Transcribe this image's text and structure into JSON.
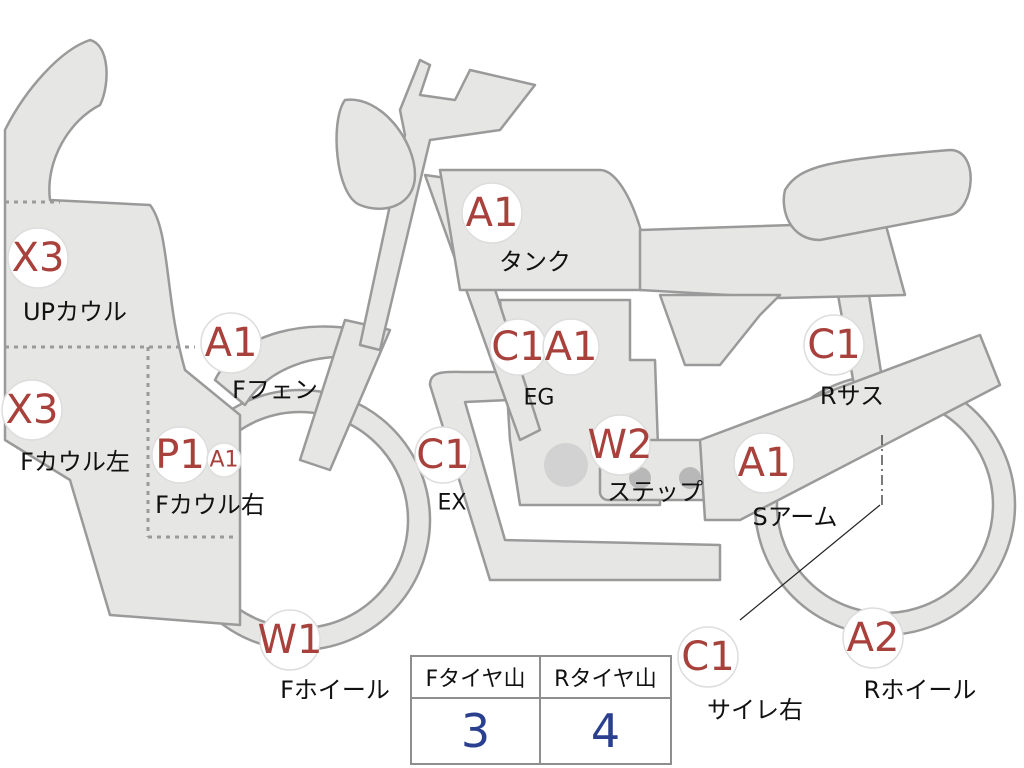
{
  "parts": [
    {
      "id": "tank",
      "grade": "A1",
      "label": "タンク"
    },
    {
      "id": "up-cowl",
      "grade": "X3",
      "label": "UPカウル"
    },
    {
      "id": "f-cowl-left",
      "grade": "X3",
      "label": "Fカウル左"
    },
    {
      "id": "f-cowl-right",
      "grades": [
        "P1",
        "A1"
      ],
      "label": "Fカウル右"
    },
    {
      "id": "f-fender",
      "grade": "A1",
      "label": "Fフェン"
    },
    {
      "id": "engine",
      "grades": [
        "C1",
        "A1"
      ],
      "label": "EG"
    },
    {
      "id": "exhaust",
      "grade": "C1",
      "label": "EX"
    },
    {
      "id": "step",
      "grade": "W2",
      "label": "ステップ"
    },
    {
      "id": "r-suspension",
      "grade": "C1",
      "label": "Rサス"
    },
    {
      "id": "swingarm",
      "grade": "A1",
      "label": "Sアーム"
    },
    {
      "id": "f-wheel",
      "grade": "W1",
      "label": "Fホイール"
    },
    {
      "id": "r-wheel",
      "grade": "A2",
      "label": "Rホイール"
    },
    {
      "id": "silencer-right",
      "grade": "C1",
      "label": "サイレ右"
    }
  ],
  "tire_table": {
    "headers": [
      "Fタイヤ山",
      "Rタイヤ山"
    ],
    "values": [
      "3",
      "4"
    ]
  },
  "colors": {
    "grade_text": "#a8403c",
    "table_values": "#2b3f8f",
    "part_fill": "#e6e6e4",
    "part_stroke": "#9a9a9a"
  }
}
